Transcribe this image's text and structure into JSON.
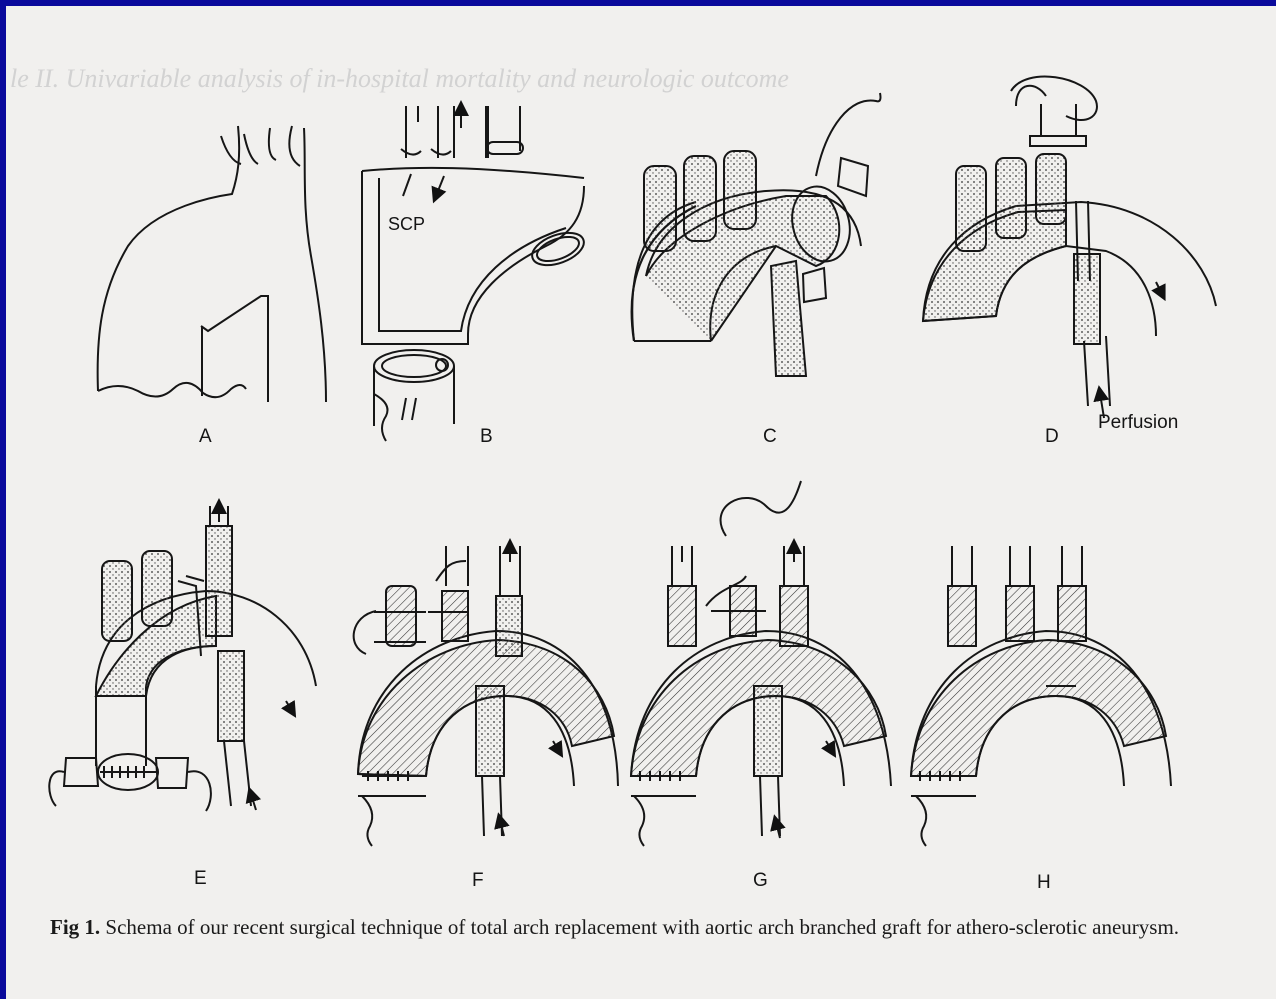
{
  "figure": {
    "panel_labels": [
      "A",
      "B",
      "C",
      "D",
      "E",
      "F",
      "G",
      "H"
    ],
    "scp_label": "SCP",
    "perfusion_label": "Perfusion",
    "caption_lead": "Fig 1.",
    "caption_text": " Schema of our recent surgical technique of total arch replacement with aortic arch branched graft for athero-sclerotic aneurysm."
  },
  "colors": {
    "slide_background": "#0a0a9c",
    "paper": "#f1f0ee",
    "ink": "#151515"
  }
}
